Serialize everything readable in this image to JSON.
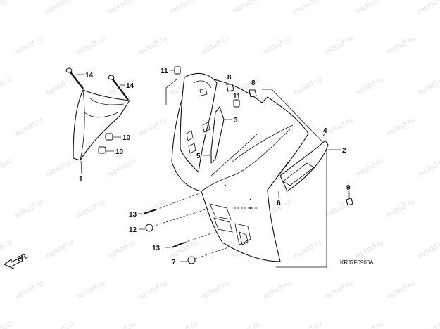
{
  "callouts": {
    "p1": "1",
    "p2": "2",
    "p3": "3",
    "p4": "4",
    "p5": "5",
    "p6": "6",
    "p7": "7",
    "p8": "8",
    "p9": "9",
    "p10a": "10",
    "p10b": "10",
    "p11a": "11",
    "p11b": "11",
    "p12": "12",
    "p13a": "13",
    "p13b": "13",
    "p14a": "14",
    "p14b": "14"
  },
  "direction_label": "FR.",
  "diagram_code": "KRJ7F0900A",
  "watermark": "motod.ru"
}
